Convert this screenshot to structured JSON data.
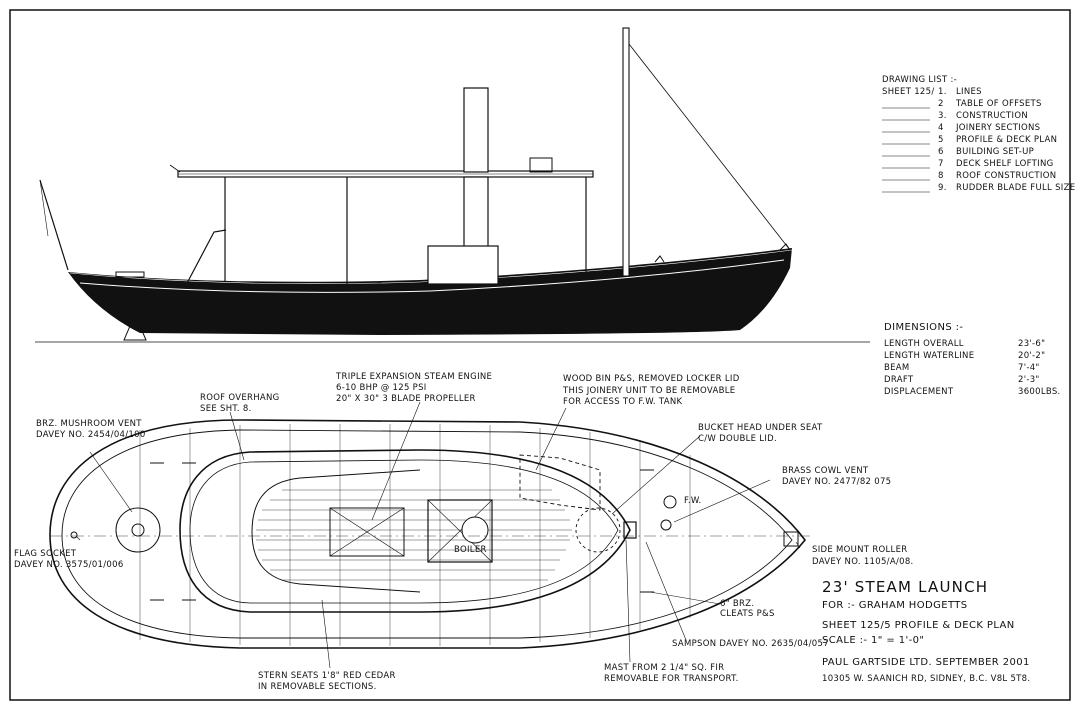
{
  "drawing_list": {
    "heading": "DRAWING LIST :-",
    "sheet_label": "SHEET 125/",
    "items": [
      {
        "num": "1.",
        "label": "LINES"
      },
      {
        "num": "2",
        "label": "TABLE OF OFFSETS"
      },
      {
        "num": "3.",
        "label": "CONSTRUCTION"
      },
      {
        "num": "4",
        "label": "JOINERY SECTIONS"
      },
      {
        "num": "5",
        "label": "PROFILE & DECK PLAN"
      },
      {
        "num": "6",
        "label": "BUILDING SET-UP"
      },
      {
        "num": "7",
        "label": "DECK SHELF LOFTING"
      },
      {
        "num": "8",
        "label": "ROOF CONSTRUCTION"
      },
      {
        "num": "9.",
        "label": "RUDDER BLADE FULL SIZE"
      }
    ]
  },
  "dimensions": {
    "heading": "DIMENSIONS :-",
    "rows": [
      {
        "label": "LENGTH OVERALL",
        "value": "23'-6\""
      },
      {
        "label": "LENGTH WATERLINE",
        "value": "20'-2\""
      },
      {
        "label": "BEAM",
        "value": "7'-4\""
      },
      {
        "label": "DRAFT",
        "value": "2'-3\""
      },
      {
        "label": "DISPLACEMENT",
        "value": "3600LBS."
      }
    ]
  },
  "callouts": {
    "engine": [
      "TRIPLE EXPANSION STEAM ENGINE",
      "6-10 BHP @ 125 PSI",
      "20\" X 30\" 3 BLADE PROPELLER"
    ],
    "wood_bin": [
      "WOOD BIN P&S, REMOVED LOCKER LID",
      "THIS JOINERY UNIT TO BE REMOVABLE",
      "FOR ACCESS TO F.W. TANK"
    ],
    "roof_overhang": [
      "ROOF OVERHANG",
      "SEE SHT. 8."
    ],
    "mushroom_vent": [
      "BRZ. MUSHROOM VENT",
      "DAVEY NO. 2454/04/100"
    ],
    "bucket_head": [
      "BUCKET HEAD UNDER SEAT",
      "C/W DOUBLE LID."
    ],
    "cowl_vent": [
      "BRASS COWL VENT",
      "DAVEY NO. 2477/82 075"
    ],
    "flag_socket": [
      "FLAG SOCKET",
      "DAVEY NO. 3575/01/006"
    ],
    "bow_roller": [
      "SIDE MOUNT ROLLER",
      "DAVEY NO. 1105/A/08."
    ],
    "boiler": [
      "BOILER"
    ],
    "cleats": [
      "6\" BRZ.",
      "CLEATS P&S"
    ],
    "stern_seats": [
      "STERN SEATS 1'8\" RED CEDAR",
      "IN REMOVABLE SECTIONS."
    ],
    "mast": [
      "MAST FROM 2 1/4\" SQ. FIR",
      "REMOVABLE FOR TRANSPORT."
    ],
    "sampson": [
      "SAMPSON DAVEY NO. 2635/04/057"
    ],
    "fw": [
      "F.W."
    ]
  },
  "title_block": {
    "title": "23' STEAM LAUNCH",
    "for_line": "FOR :- GRAHAM HODGETTS",
    "sheet_line": "SHEET 125/5  PROFILE & DECK PLAN",
    "scale_line": "SCALE :- 1\" = 1'-0\"",
    "designer_line": "PAUL GARTSIDE LTD.   SEPTEMBER 2001",
    "address_line": "10305 W. SAANICH RD, SIDNEY, B.C. V8L 5T8."
  }
}
